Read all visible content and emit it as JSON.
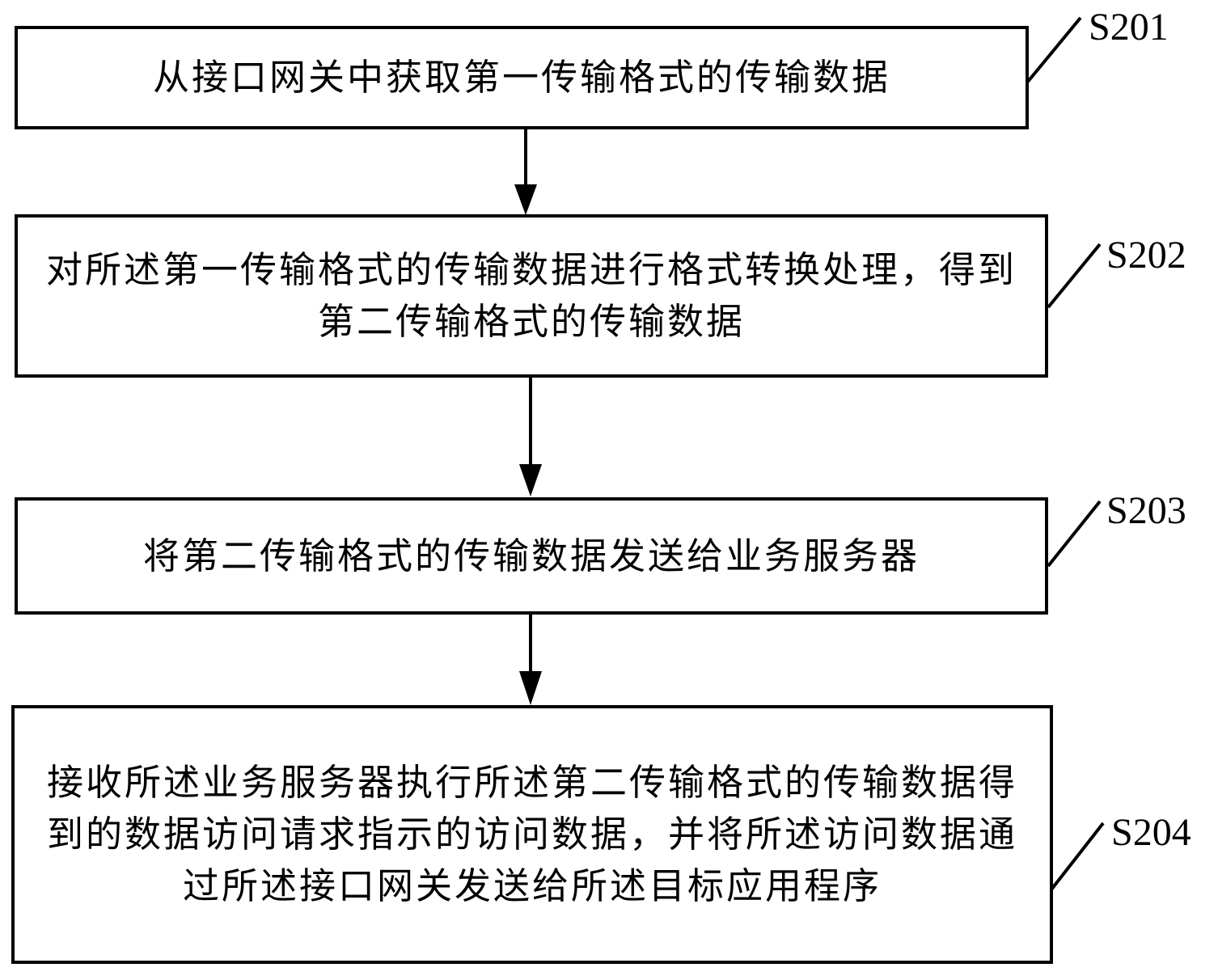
{
  "steps": [
    {
      "id": "S201",
      "text": "从接口网关中获取第一传输格式的传输数据"
    },
    {
      "id": "S202",
      "text": "对所述第一传输格式的传输数据进行格式转换处理，得到第二传输格式的传输数据"
    },
    {
      "id": "S203",
      "text": "将第二传输格式的传输数据发送给业务服务器"
    },
    {
      "id": "S204",
      "text": "接收所述业务服务器执行所述第二传输格式的传输数据得到的数据访问请求指示的访问数据，并将所述访问数据通过所述接口网关发送给所述目标应用程序"
    }
  ],
  "colors": {
    "stroke": "#000000",
    "background": "#ffffff"
  }
}
